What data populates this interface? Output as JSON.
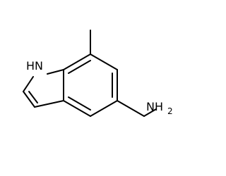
{
  "molecule": {
    "labels": {
      "nh_indole": "H",
      "nh_indole_n": "N",
      "amine_n": "NH",
      "amine_sub": "2"
    }
  }
}
